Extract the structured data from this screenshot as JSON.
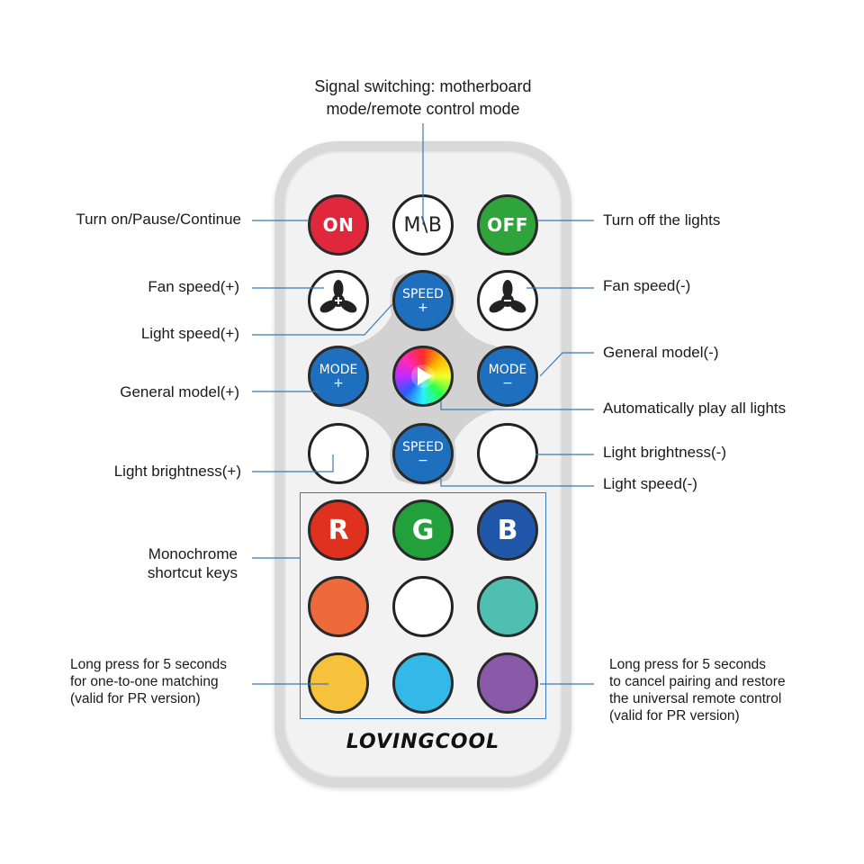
{
  "header": {
    "signal_switch_line1": "Signal switching: motherboard",
    "signal_switch_line2": "mode/remote control mode"
  },
  "buttons": {
    "on": "ON",
    "mb": "M\\B",
    "off": "OFF",
    "speed_plus_text": "SPEED",
    "speed_plus_sign": "+",
    "mode_plus_text": "MODE",
    "mode_plus_sign": "+",
    "mode_minus_text": "MODE",
    "mode_minus_sign": "−",
    "speed_minus_text": "SPEED",
    "speed_minus_sign": "−",
    "r": "R",
    "g": "G",
    "b": "B"
  },
  "labels": {
    "turn_on": "Turn on/Pause/Continue",
    "turn_off": "Turn off the lights",
    "fan_plus": "Fan speed(+)",
    "fan_minus": "Fan speed(-)",
    "light_speed_plus": "Light speed(+)",
    "general_plus": "General model(+)",
    "general_minus": "General model(-)",
    "auto_play": "Automatically play all lights",
    "brightness_plus": "Light brightness(+)",
    "brightness_minus": "Light brightness(-)",
    "light_speed_minus": "Light speed(-)",
    "mono_line1": "Monochrome",
    "mono_line2": "shortcut keys",
    "long_left_1": "Long press for 5 seconds",
    "long_left_2": "for one-to-one matching",
    "long_left_3": "(valid for PR version)",
    "long_right_1": "Long press for 5 seconds",
    "long_right_2": "to cancel pairing and restore",
    "long_right_3": "the universal remote control",
    "long_right_4": "(valid for PR version)"
  },
  "brand": "LOVINGCOOL",
  "colors": {
    "on": "#e0283c",
    "off": "#2ea43a",
    "blue_button": "#1f6fbf",
    "red": "#e0301e",
    "green": "#21a03c",
    "blue": "#2157a8",
    "orange": "#ef6a3a",
    "white": "#ffffff",
    "teal": "#4fbfb2",
    "yellow": "#f6c23b",
    "sky": "#33b8e8",
    "purple": "#8a5aa8",
    "leader_line": "#3b78b8"
  },
  "icons": [
    "fan-plus-icon",
    "fan-minus-icon",
    "play-icon"
  ]
}
